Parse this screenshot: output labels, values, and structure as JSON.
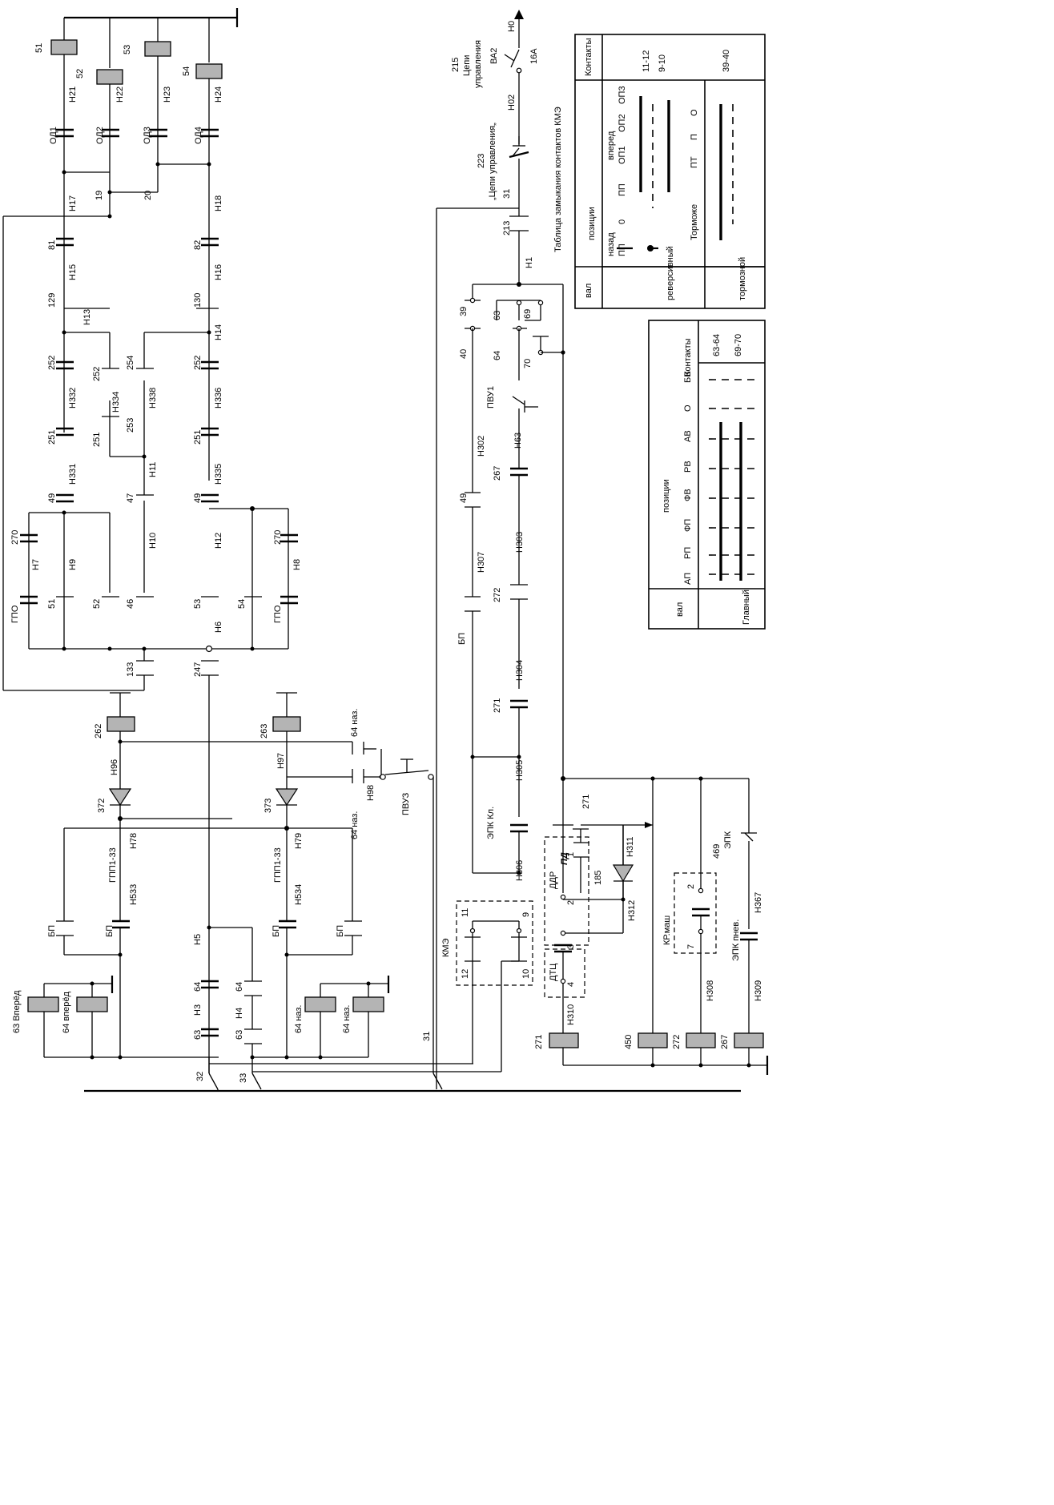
{
  "labels": {
    "l_51": "51",
    "l_52": "52",
    "l_53": "53",
    "l_54": "54",
    "l_n21": "Н21",
    "l_n22": "Н22",
    "l_n23": "Н23",
    "l_n24": "Н24",
    "l_od1": "ОД1",
    "l_od2": "ОД2",
    "l_od3": "ОД3",
    "l_od4": "ОД4",
    "l_n17": "Н17",
    "l_19": "19",
    "l_20": "20",
    "l_n18": "Н18",
    "l_81": "81",
    "l_82": "82",
    "l_n15": "Н15",
    "l_n16": "Н16",
    "l_129": "129",
    "l_130": "130",
    "l_n13": "Н13",
    "l_n14": "Н14",
    "l_252a": "252",
    "l_252b": "252",
    "l_254": "254",
    "l_252c": "252",
    "l_n332": "Н332",
    "l_n334": "Н334",
    "l_n338": "Н338",
    "l_n336": "Н336",
    "l_251a": "251",
    "l_251b": "251",
    "l_253": "253",
    "l_251c": "251",
    "l_n331": "Н331",
    "l_n11": "Н11",
    "l_n335": "Н335",
    "l_49a": "49",
    "l_47": "47",
    "l_49b": "49",
    "l_270a": "270",
    "l_270b": "270",
    "l_n7": "Н7",
    "l_n9": "Н9",
    "l_n10": "Н10",
    "l_n12": "Н12",
    "l_n8": "Н8",
    "l_gpo1": "ГПО",
    "l_51b": "51",
    "l_52b": "52",
    "l_46": "46",
    "l_53b": "53",
    "l_54b": "54",
    "l_gpo2": "ГПО",
    "l_n6": "Н6",
    "l_133": "133",
    "l_247": "247",
    "l_262": "262",
    "l_263": "263",
    "l_n96": "Н96",
    "l_n97": "Н97",
    "l_372": "372",
    "l_373": "373",
    "l_64naz1": "64 наз.",
    "l_64naz2": "64 наз.",
    "l_n98": "Н98",
    "l_pvuz": "ПВУЗ",
    "l_gpp1": "ГПП1-33",
    "l_gpp2": "ГПП1-33",
    "l_n78": "Н78",
    "l_n79": "Н79",
    "l_n533": "Н533",
    "l_n534": "Н534",
    "l_bp1": "БП",
    "l_bp2": "БП",
    "l_bp3": "БП",
    "l_bp4": "БП",
    "l_n5": "Н5",
    "l_64a": "64",
    "l_64b": "64",
    "l_n3": "Н3",
    "l_n4": "Н4",
    "l_63a": "63",
    "l_63b": "63",
    "l_63vpered": "63 Вперёд",
    "l_64vpered": "64 вперёд",
    "l_64naz3": "64 наз.",
    "l_64naz4": "64 наз.",
    "l_32": "32",
    "l_33": "33",
    "l_31": "31",
    "l_h0": "Н0",
    "l_16a": "16А",
    "l_ba2": "ВА2",
    "l_n02": "Н02",
    "l_215": "215",
    "l_tsepi1": "Цепи",
    "l_upr1": "управления",
    "l_223": "223",
    "l_tsepi2": "„Цепи управления„",
    "l_31b": "31",
    "l_213": "213",
    "l_n1": "Н1",
    "l_39": "39",
    "l_63c": "63",
    "l_69": "69",
    "l_40": "40",
    "l_64c": "64",
    "l_70": "70",
    "l_pvu1": "ПВУ1",
    "l_n302": "Н302",
    "l_n63": "Н63",
    "l_267": "267",
    "l_49c": "49",
    "l_n303": "Н303",
    "l_n307": "Н307",
    "l_272": "272",
    "l_bp5": "БП",
    "l_n304": "Н304",
    "l_271a": "271",
    "l_n305": "Н305",
    "l_epkkl": "ЭПК Кл.",
    "l_n306": "Н306",
    "l_kmz": "КМЭ",
    "l_11": "11",
    "l_9": "9",
    "l_12": "12",
    "l_10": "10",
    "l_271b": "271",
    "l_n311": "Н311",
    "l_pd": "ПД",
    "l_ddr": "ДДР",
    "l_1": "1",
    "l_185": "185",
    "l_2": "2",
    "l_n312": "Н312",
    "l_dtc": "ДТЦ",
    "l_3": "3",
    "l_4": "4",
    "l_n310": "Н310",
    "l_469": "469",
    "l_epk": "ЭПК",
    "l_krmash": "КР.маш",
    "l_2b": "2",
    "l_7": "7",
    "l_n308": "Н308",
    "l_epkpnev": "ЭПК пнев.",
    "l_n367": "Н367",
    "l_n309": "Н309",
    "l_271c": "271",
    "l_450": "450",
    "l_272b": "272",
    "l_267b": "267"
  },
  "kme_table": {
    "title": "Таблица замыкания контактов КМЭ",
    "h_contacts": "Контакты",
    "h_val": "вал",
    "h_positions": "позиции",
    "h_nazad": "назад",
    "h_vpered": "вперед",
    "positions_rev": [
      "ПП",
      "0",
      "ПП",
      "ОП1",
      "ОП2",
      "ОП3"
    ],
    "positions_brake": [
      "Торможе",
      "ПТ",
      "П",
      "О"
    ],
    "shafts": [
      "реверсивный",
      "тормозной"
    ],
    "contacts": [
      "11-12",
      "9-10",
      "39-40"
    ]
  },
  "main_table": {
    "h_contacts": "Контакты",
    "h_val": "вал",
    "h_positions": "позиции",
    "positions": [
      "АП",
      "РП",
      "ФП",
      "ФВ",
      "РВ",
      "АВ",
      "О",
      "БВ"
    ],
    "shaft": "Главный",
    "contacts": [
      "63-64",
      "69-70"
    ]
  }
}
